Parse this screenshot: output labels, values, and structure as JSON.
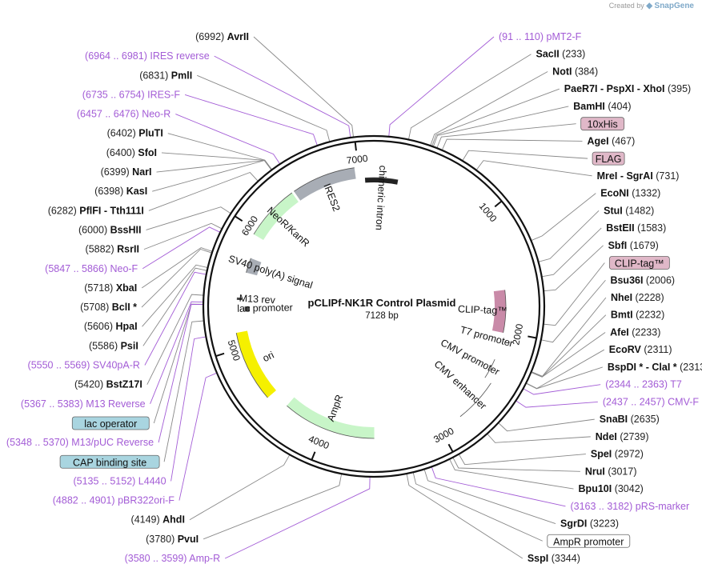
{
  "credit": {
    "prefix": "Created by",
    "brand": "SnapGene"
  },
  "plasmid": {
    "name": "pCLIPf-NK1R Control Plasmid",
    "size_label": "7128 bp",
    "length": 7128
  },
  "ticks": [
    "1000",
    "2000",
    "3000",
    "4000",
    "5000",
    "6000",
    "7000"
  ],
  "features": [
    {
      "name": "IRES2",
      "start": 6440,
      "end": 6970,
      "color": "#a8adb5"
    },
    {
      "name": "chimeric intron",
      "start": 7050,
      "end": 215,
      "color": "#222222"
    },
    {
      "name": "NeoR/KanR",
      "start": 5960,
      "end": 6420,
      "color": "#c8f5c8"
    },
    {
      "name": "SV40 poly(A) signal",
      "start": 5640,
      "end": 5770,
      "color": "#a8adb5"
    },
    {
      "name": "M13 rev",
      "start": 5400,
      "end": 5420,
      "color": "#444444"
    },
    {
      "name": "lac promoter",
      "start": 5300,
      "end": 5345,
      "color": "#444444"
    },
    {
      "name": "ori",
      "start": 4540,
      "end": 5130,
      "color": "#f5f000"
    },
    {
      "name": "AmpR",
      "start": 3560,
      "end": 4380,
      "color": "#c8f5c8"
    },
    {
      "name": "CMV enhancer",
      "start": 2440,
      "end": 2810,
      "color": "#ffffff"
    },
    {
      "name": "CMV promoter",
      "start": 2250,
      "end": 2430,
      "color": "#ffffff"
    },
    {
      "name": "T7 promoter",
      "start": 2070,
      "end": 2100,
      "color": "#ffffff"
    },
    {
      "name": "CLIP-tag™",
      "start": 1640,
      "end": 2010,
      "color": "#c98aa8"
    }
  ],
  "labels": [
    {
      "pos": "(6992)",
      "name": "AvrII",
      "kind": "site",
      "bp": 6992
    },
    {
      "pos": "(6964 .. 6981)",
      "name": "IRES reverse",
      "kind": "primer",
      "bp": 6972
    },
    {
      "pos": "(6831)",
      "name": "PmlI",
      "kind": "site",
      "bp": 6831
    },
    {
      "pos": "(6735 .. 6754)",
      "name": "IRES-F",
      "kind": "primer",
      "bp": 6745
    },
    {
      "pos": "(6457 .. 6476)",
      "name": "Neo-R",
      "kind": "primer",
      "bp": 6467
    },
    {
      "pos": "(6402)",
      "name": "PluTI",
      "kind": "site",
      "bp": 6402
    },
    {
      "pos": "(6400)",
      "name": "SfoI",
      "kind": "site",
      "bp": 6400
    },
    {
      "pos": "(6399)",
      "name": "NarI",
      "kind": "site",
      "bp": 6399
    },
    {
      "pos": "(6398)",
      "name": "KasI",
      "kind": "site",
      "bp": 6398
    },
    {
      "pos": "(6282)",
      "name": "PflFI  -  Tth111I",
      "kind": "site",
      "bp": 6282
    },
    {
      "pos": "(6000)",
      "name": "BssHII",
      "kind": "site",
      "bp": 6000
    },
    {
      "pos": "(5882)",
      "name": "RsrII",
      "kind": "site",
      "bp": 5882
    },
    {
      "pos": "(5847 .. 5866)",
      "name": "Neo-F",
      "kind": "primer",
      "bp": 5856
    },
    {
      "pos": "(5718)",
      "name": "XbaI",
      "kind": "site",
      "bp": 5718
    },
    {
      "pos": "(5708)",
      "name": "BclI *",
      "kind": "site",
      "bp": 5708
    },
    {
      "pos": "(5606)",
      "name": "HpaI",
      "kind": "site",
      "bp": 5606
    },
    {
      "pos": "(5586)",
      "name": "PsiI",
      "kind": "site",
      "bp": 5586
    },
    {
      "pos": "(5550 .. 5569)",
      "name": "SV40pA-R",
      "kind": "primer",
      "bp": 5560
    },
    {
      "pos": "(5420)",
      "name": "BstZ17I",
      "kind": "site",
      "bp": 5420
    },
    {
      "pos": "(5367 .. 5383)",
      "name": "M13 Reverse",
      "kind": "primer",
      "bp": 5375
    },
    {
      "pos": "",
      "name": "lac operator",
      "kind": "box",
      "bp": 5360
    },
    {
      "pos": "(5348 .. 5370)",
      "name": "M13/pUC Reverse",
      "kind": "primer",
      "bp": 5359
    },
    {
      "pos": "",
      "name": "CAP binding site",
      "kind": "box",
      "bp": 5250
    },
    {
      "pos": "(5135 .. 5152)",
      "name": "L4440",
      "kind": "primer",
      "bp": 5143
    },
    {
      "pos": "(4882 .. 4901)",
      "name": "pBR322ori-F",
      "kind": "primer",
      "bp": 4891
    },
    {
      "pos": "(4149)",
      "name": "AhdI",
      "kind": "site",
      "bp": 4149
    },
    {
      "pos": "(3780)",
      "name": "PvuI",
      "kind": "site",
      "bp": 3780
    },
    {
      "pos": "(3580 .. 3599)",
      "name": "Amp-R",
      "kind": "primer",
      "bp": 3590
    },
    {
      "pos": "(3344)",
      "name": "SspI",
      "kind": "site",
      "bp": 3344
    },
    {
      "pos": "",
      "name": "AmpR promoter",
      "kind": "box",
      "bp": 3300
    },
    {
      "pos": "(3223)",
      "name": "SgrDI",
      "kind": "site",
      "bp": 3223
    },
    {
      "pos": "(3163 .. 3182)",
      "name": "pRS-marker",
      "kind": "primer",
      "bp": 3172
    },
    {
      "pos": "(3042)",
      "name": "Bpu10I",
      "kind": "site",
      "bp": 3042
    },
    {
      "pos": "(3017)",
      "name": "NruI",
      "kind": "site",
      "bp": 3017
    },
    {
      "pos": "(2972)",
      "name": "SpeI",
      "kind": "site",
      "bp": 2972
    },
    {
      "pos": "(2739)",
      "name": "NdeI",
      "kind": "site",
      "bp": 2739
    },
    {
      "pos": "(2635)",
      "name": "SnaBI",
      "kind": "site",
      "bp": 2635
    },
    {
      "pos": "(2437 .. 2457)",
      "name": "CMV-F",
      "kind": "primer",
      "bp": 2447
    },
    {
      "pos": "(2344 .. 2363)",
      "name": "T7",
      "kind": "primer",
      "bp": 2353
    },
    {
      "pos": "(2313)",
      "name": "BspDI *  -  ClaI *",
      "kind": "site",
      "bp": 2313
    },
    {
      "pos": "(2311)",
      "name": "EcoRV",
      "kind": "site",
      "bp": 2311
    },
    {
      "pos": "(2233)",
      "name": "AfeI",
      "kind": "site",
      "bp": 2233
    },
    {
      "pos": "(2232)",
      "name": "BmtI",
      "kind": "site",
      "bp": 2232
    },
    {
      "pos": "(2228)",
      "name": "NheI",
      "kind": "site",
      "bp": 2228
    },
    {
      "pos": "(2006)",
      "name": "Bsu36I",
      "kind": "site",
      "bp": 2006
    },
    {
      "pos": "",
      "name": "CLIP-tag™",
      "kind": "box",
      "bp": 1900
    },
    {
      "pos": "(1679)",
      "name": "SbfI",
      "kind": "site",
      "bp": 1679
    },
    {
      "pos": "(1583)",
      "name": "BstEII",
      "kind": "site",
      "bp": 1583
    },
    {
      "pos": "(1482)",
      "name": "StuI",
      "kind": "site",
      "bp": 1482
    },
    {
      "pos": "(1332)",
      "name": "EcoNI",
      "kind": "site",
      "bp": 1332
    },
    {
      "pos": "(731)",
      "name": "MreI  -  SgrAI",
      "kind": "site",
      "bp": 731
    },
    {
      "pos": "",
      "name": "FLAG",
      "kind": "box",
      "bp": 620
    },
    {
      "pos": "(467)",
      "name": "AgeI",
      "kind": "site",
      "bp": 467
    },
    {
      "pos": "",
      "name": "10xHis",
      "kind": "box",
      "bp": 430
    },
    {
      "pos": "(404)",
      "name": "BamHI",
      "kind": "site",
      "bp": 404
    },
    {
      "pos": "(395)",
      "name": "PaeR7I  -  PspXI  -  XhoI",
      "kind": "site",
      "bp": 395
    },
    {
      "pos": "(384)",
      "name": "NotI",
      "kind": "site",
      "bp": 384
    },
    {
      "pos": "(233)",
      "name": "SacII",
      "kind": "site",
      "bp": 233
    },
    {
      "pos": "(91 .. 110)",
      "name": "pMT2-F",
      "kind": "primer",
      "bp": 100
    }
  ]
}
